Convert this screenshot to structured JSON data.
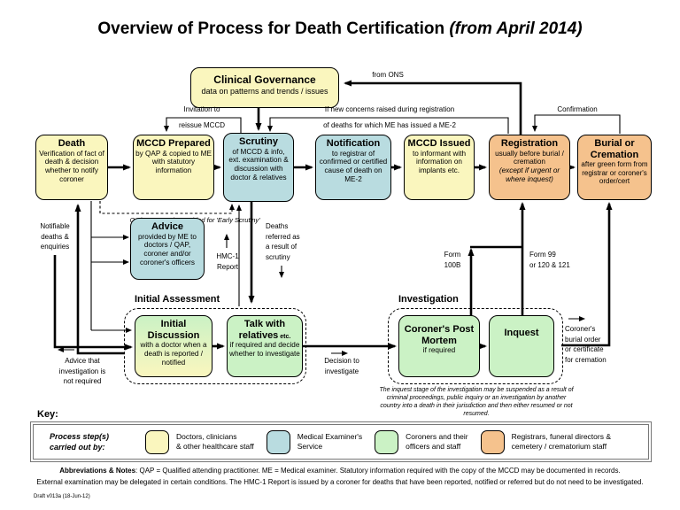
{
  "title": {
    "main": "Overview of Process for Death Certification",
    "suffix": " (from April 2014)"
  },
  "governance": {
    "title": "Clinical Governance",
    "body": "data on patterns and trends / issues"
  },
  "flow": {
    "death": {
      "title": "Death",
      "body": "Verification of fact of death & decision whether to notify coroner"
    },
    "mccd_prepared": {
      "title": "MCCD Prepared",
      "body": "by QAP & copied to ME with statutory information"
    },
    "scrutiny": {
      "title": "Scrutiny",
      "body": "of MCCD & info, ext. examination & discussion with doctor & relatives"
    },
    "notification": {
      "title": "Notification",
      "body": "to registrar of confirmed or certified cause of death on ME-2"
    },
    "mccd_issued": {
      "title": "MCCD Issued",
      "body": "to informant with information on implants etc."
    },
    "registration": {
      "title": "Registration",
      "body": "usually before burial / cremation",
      "note": "(except if urgent or where inquest)"
    },
    "burial": {
      "title": "Burial or Cremation",
      "body": "after green form from registrar or coroner's order/cert"
    }
  },
  "advice": {
    "title": "Advice",
    "body": "provided by ME to doctors / QAP, coroner and/or coroner's officers"
  },
  "initial_assessment": {
    "label": "Initial Assessment",
    "discussion": {
      "title": "Initial Discussion",
      "body": "with a doctor when a death is reported / notified"
    },
    "talk": {
      "title": "Talk with relatives",
      "suffix": " etc.",
      "body": "if required and decide whether to investigate"
    }
  },
  "investigation": {
    "label": "Investigation",
    "post_mortem": {
      "title": "Coroner's Post Mortem",
      "body": "if required"
    },
    "inquest": {
      "title": "Inquest"
    },
    "note": "The inquest stage of the investigation may be suspended as a result of criminal proceedings, public inquiry or an investigation by another country into a death in their jurisdiction and then either resumed or not resumed."
  },
  "labels": {
    "from_ons": "from ONS",
    "invitation_top": "Invitation to",
    "invitation_bottom": "reissue MCCD",
    "concerns_top": "If new concerns raised during registration",
    "concerns_bottom": "of deaths for which ME has issued a ME-2",
    "confirmation": "Confirmation",
    "option": "Option: Records provided for 'Early Scrutiny'",
    "notifiable": "Notifiable\ndeaths &\nenquiries",
    "hmc1": "HMC-1\nReport",
    "deaths_referred": "Deaths\nreferred as\na result of\nscrutiny",
    "form_100b": "Form\n100B",
    "form_99": "Form 99\nor 120 & 121",
    "advice_not_required": "Advice that\ninvestigation is\nnot required",
    "decision": "Decision to\ninvestigate",
    "coroner_order": "Coroner's\nburial order\nor certificate\nfor cremation"
  },
  "key": {
    "label": "Key:",
    "heading": "Process step(s)\ncarried out by:",
    "items": [
      {
        "color": "#FAF6BE",
        "label": "Doctors, clinicians\n& other healthcare staff"
      },
      {
        "color": "#B9DCE0",
        "label": "Medical Examiner's\nService"
      },
      {
        "color": "#CBF2C5",
        "label": "Coroners and their\nofficers and staff"
      },
      {
        "color": "#F5C28D",
        "label": "Registrars, funeral directors &\ncemetery / crematorium staff"
      }
    ]
  },
  "notes": {
    "bold": "Abbreviations & Notes",
    "line1": ": QAP = Qualified attending practitioner.  ME = Medical examiner.  Statutory information required with the copy of the MCCD may be documented in records.",
    "line2": "External examination may be delegated in certain conditions. The HMC-1 Report is issued by a coroner for deaths that have been reported, notified or referred but do not need to be investigated."
  },
  "footer": "Draft v013a (18-Jun-12)"
}
